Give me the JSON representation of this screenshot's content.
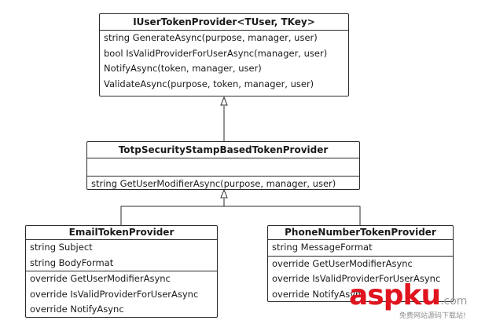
{
  "interface_class": {
    "name": "IUserTokenProvider<TUser, TKey>",
    "methods": [
      "string GenerateAsync(purpose, manager, user)",
      "bool IsValidProviderForUserAsync(manager, user)",
      "NotifyAsync(token, manager, user)",
      "ValidateAsync(purpose, token,  manager, user)"
    ]
  },
  "base_class": {
    "name": "TotpSecurityStampBasedTokenProvider",
    "methods": [
      "string GetUserModifierAsync(purpose, manager, user)"
    ]
  },
  "email_class": {
    "name": "EmailTokenProvider",
    "fields": [
      "string Subject",
      "string BodyFormat"
    ],
    "methods": [
      "override GetUserModifierAsync",
      "override IsValidProviderForUserAsync",
      "override NotifyAsync"
    ]
  },
  "phone_class": {
    "name": "PhoneNumberTokenProvider",
    "fields": [
      "string MessageFormat"
    ],
    "methods": [
      "override GetUserModifierAsync",
      "override IsValidProviderForUserAsync",
      "override NotifyAsync"
    ]
  },
  "watermark": {
    "logo_asp": "asp",
    "logo_ku": "ku",
    "logo_com": ".com",
    "subtitle": "免费网站源码下载站!"
  }
}
